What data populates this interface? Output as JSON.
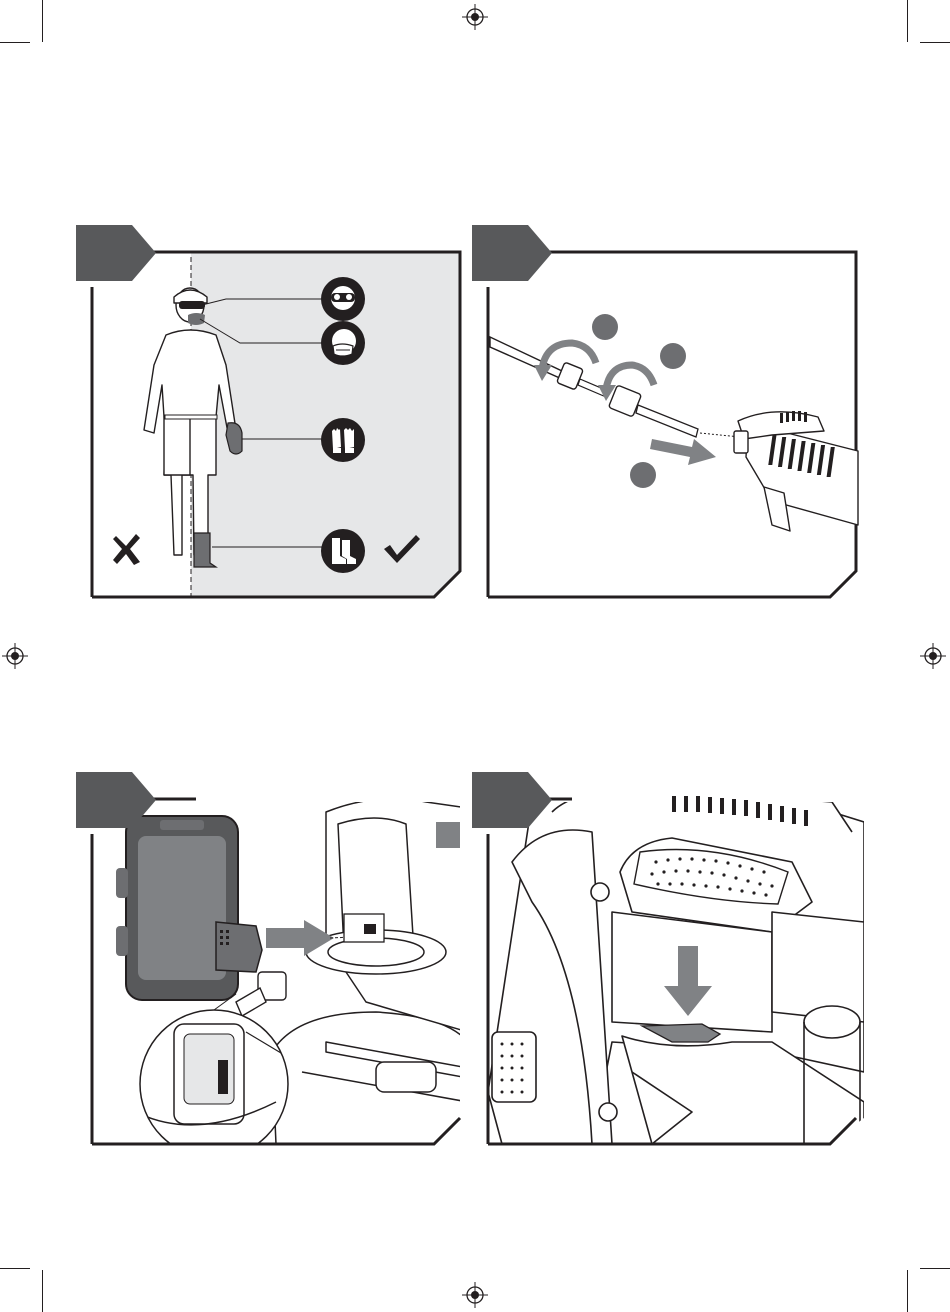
{
  "page": {
    "colors": {
      "ink": "#231f20",
      "tab": "#58595b",
      "shade": "#e6e7e8",
      "mid_gray": "#808285",
      "dark_gray": "#6d6e71",
      "white": "#ffffff"
    }
  },
  "panels": [
    {
      "id": "ppe",
      "tab_label": "",
      "icons": [
        "eye-protection-icon",
        "mask-icon",
        "gloves-icon",
        "boots-icon",
        "cross-mark-icon",
        "check-mark-icon"
      ]
    },
    {
      "id": "lance",
      "tab_label": "",
      "step_markers": [
        "",
        "",
        ""
      ]
    },
    {
      "id": "battery",
      "tab_label": ""
    },
    {
      "id": "trigger",
      "tab_label": ""
    }
  ]
}
